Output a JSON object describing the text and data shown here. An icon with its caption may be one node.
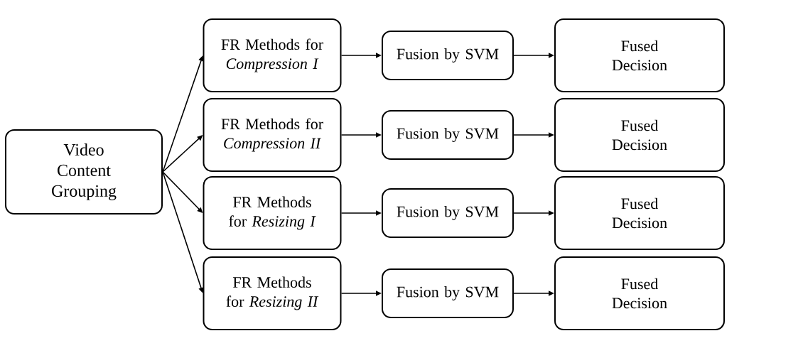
{
  "diagram": {
    "nodes": [
      {
        "text": [
          "Video Content Grouping"
        ]
      },
      {
        "text": [
          "FR Methods for *Compression I*"
        ]
      },
      {
        "text": [
          "Fusion by SVM"
        ]
      },
      {
        "text": [
          "Fused Decision"
        ]
      },
      {
        "text": [
          "FR Methods for *Compression II*"
        ]
      },
      {
        "text": [
          "Fusion by SVM"
        ]
      },
      {
        "text": [
          "Fused Decision"
        ]
      },
      {
        "text": [
          "FR Methods for *Resizing I*"
        ]
      },
      {
        "text": [
          "Fusion by SVM"
        ]
      },
      {
        "text": [
          "Fused Decision"
        ]
      },
      {
        "text": [
          "FR Methods for *Resizing II*"
        ]
      },
      {
        "text": [
          "Fusion by SVM"
        ]
      },
      {
        "text": [
          "Fused Decision"
        ]
      }
    ],
    "edges": [
      {
        "from": 0,
        "to": 1,
        "arrow": "to"
      },
      {
        "from": 0,
        "to": 4,
        "arrow": "to"
      },
      {
        "from": 0,
        "to": 7,
        "arrow": "to"
      },
      {
        "from": 0,
        "to": 10,
        "arrow": "to"
      },
      {
        "from": 1,
        "to": 2,
        "arrow": "to"
      },
      {
        "from": 2,
        "to": 3,
        "arrow": "to"
      },
      {
        "from": 4,
        "to": 5,
        "arrow": "to"
      },
      {
        "from": 5,
        "to": 6,
        "arrow": "to"
      },
      {
        "from": 7,
        "to": 8,
        "arrow": "to"
      },
      {
        "from": 8,
        "to": 9,
        "arrow": "to"
      },
      {
        "from": 10,
        "to": 11,
        "arrow": "to"
      },
      {
        "from": 11,
        "to": 12,
        "arrow": "to"
      }
    ]
  }
}
